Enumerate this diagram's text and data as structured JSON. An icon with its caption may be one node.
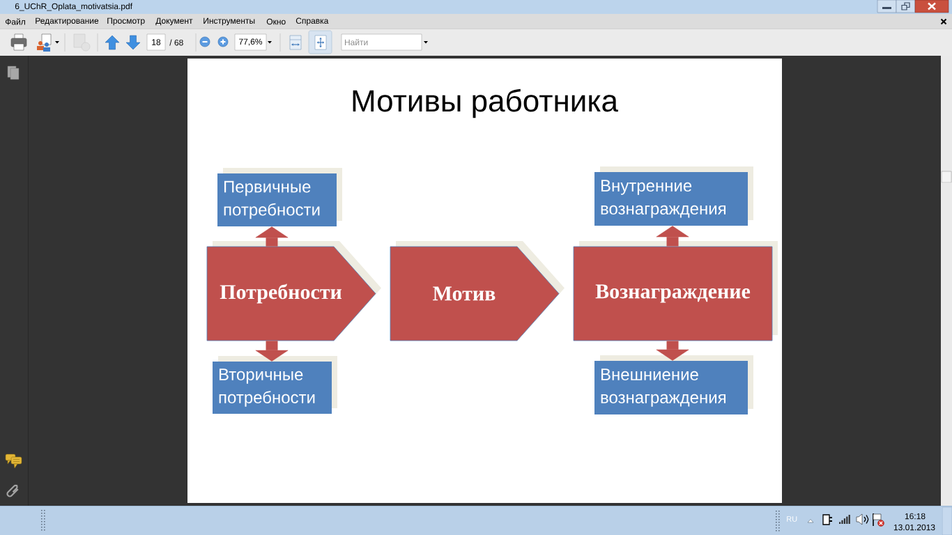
{
  "diagram": {
    "title": "Мотивы работника",
    "nodes": [
      {
        "text": [
          "Потребности"
        ]
      },
      {
        "text": [
          "Первичные потребности"
        ]
      },
      {
        "text": [
          "Вторичные потребности"
        ]
      },
      {
        "text": [
          "Мотив"
        ]
      },
      {
        "text": [
          "Вознаграждение"
        ]
      },
      {
        "text": [
          "Внутренние вознаграждения"
        ]
      },
      {
        "text": [
          "Внешниение вознаграждения"
        ]
      }
    ],
    "edges": [
      {
        "from": 0,
        "to": 1,
        "arrow": "to"
      },
      {
        "from": 0,
        "to": 2,
        "arrow": "to"
      },
      {
        "from": 4,
        "to": 5,
        "arrow": "to"
      },
      {
        "from": 4,
        "to": 6,
        "arrow": "to"
      }
    ],
    "labels": [
      "6_UChR_Oplata_motivatsia.pdf",
      "Файл",
      "Редактирование",
      "Просмотр",
      "Документ",
      "Инструменты",
      "Окно",
      "Справка",
      "18",
      "/ 68",
      "77,6%",
      "Найти",
      "RU",
      "16:18",
      "13.01.2013"
    ]
  }
}
